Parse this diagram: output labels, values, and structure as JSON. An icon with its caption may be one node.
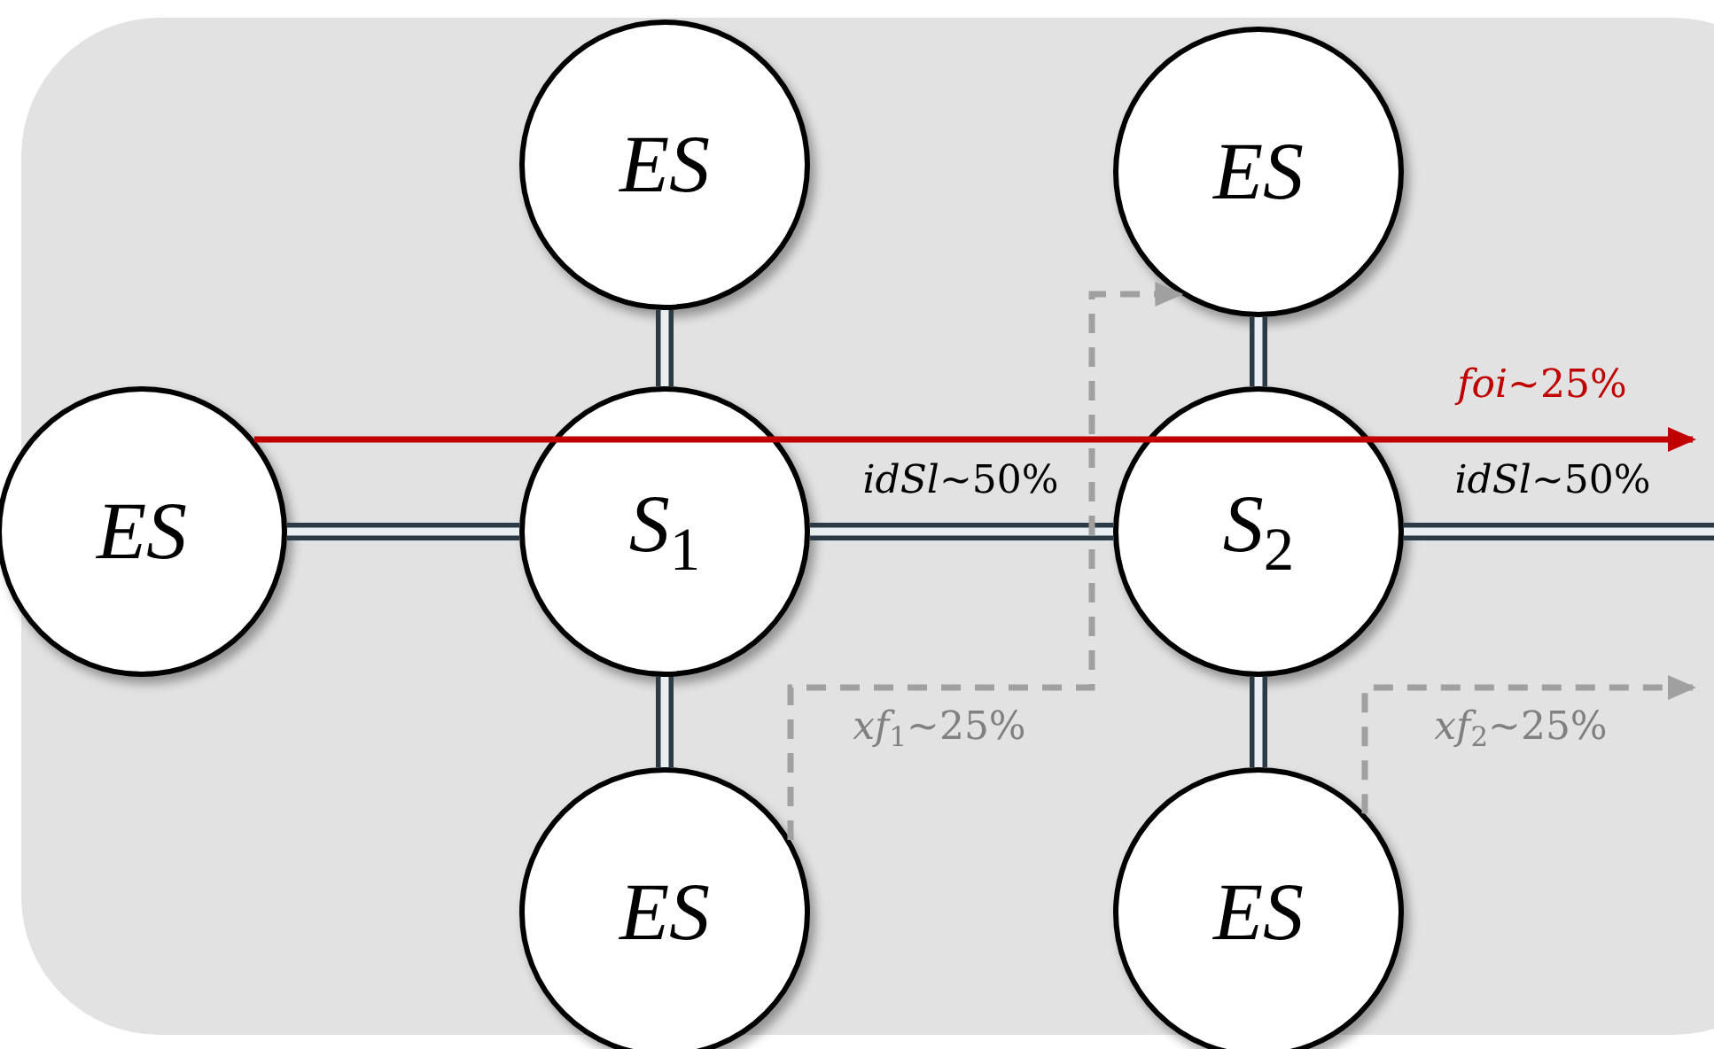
{
  "diagram": {
    "nodes": [
      {
        "text": [
          "*ES*"
        ]
      },
      {
        "text": [
          "*ES*"
        ]
      },
      {
        "text": [
          "*ES*"
        ]
      },
      {
        "text": [
          "*S*$_{1}$"
        ]
      },
      {
        "text": [
          "*S*$_{2}$"
        ]
      },
      {
        "text": [
          "*ES*"
        ]
      },
      {
        "text": [
          "*ES*"
        ]
      }
    ],
    "edges": [
      {
        "from": 2,
        "to": 3,
        "arrow": "none"
      },
      {
        "from": 0,
        "to": 3,
        "arrow": "none"
      },
      {
        "from": 3,
        "to": 5,
        "arrow": "none"
      },
      {
        "from": 3,
        "to": 4,
        "arrow": "none",
        "label": "*idSl*~50%"
      },
      {
        "from": 1,
        "to": 4,
        "arrow": "none"
      },
      {
        "from": 4,
        "to": 6,
        "arrow": "none"
      },
      {
        "from": 4,
        "to": null,
        "arrow": "none",
        "label": "*idSl*~50%"
      },
      {
        "from": 2,
        "to": null,
        "arrow": "to",
        "label": "*foi*~25%",
        "color": "#c00000"
      },
      {
        "from": 5,
        "to": 1,
        "arrow": "to",
        "label": "*xf*$_{1}$~25%",
        "style": "dashed",
        "color": "#a0a0a0"
      },
      {
        "from": 6,
        "to": null,
        "arrow": "to",
        "label": "*xf*$_{2}$~25%",
        "style": "dashed",
        "color": "#a0a0a0"
      }
    ]
  }
}
